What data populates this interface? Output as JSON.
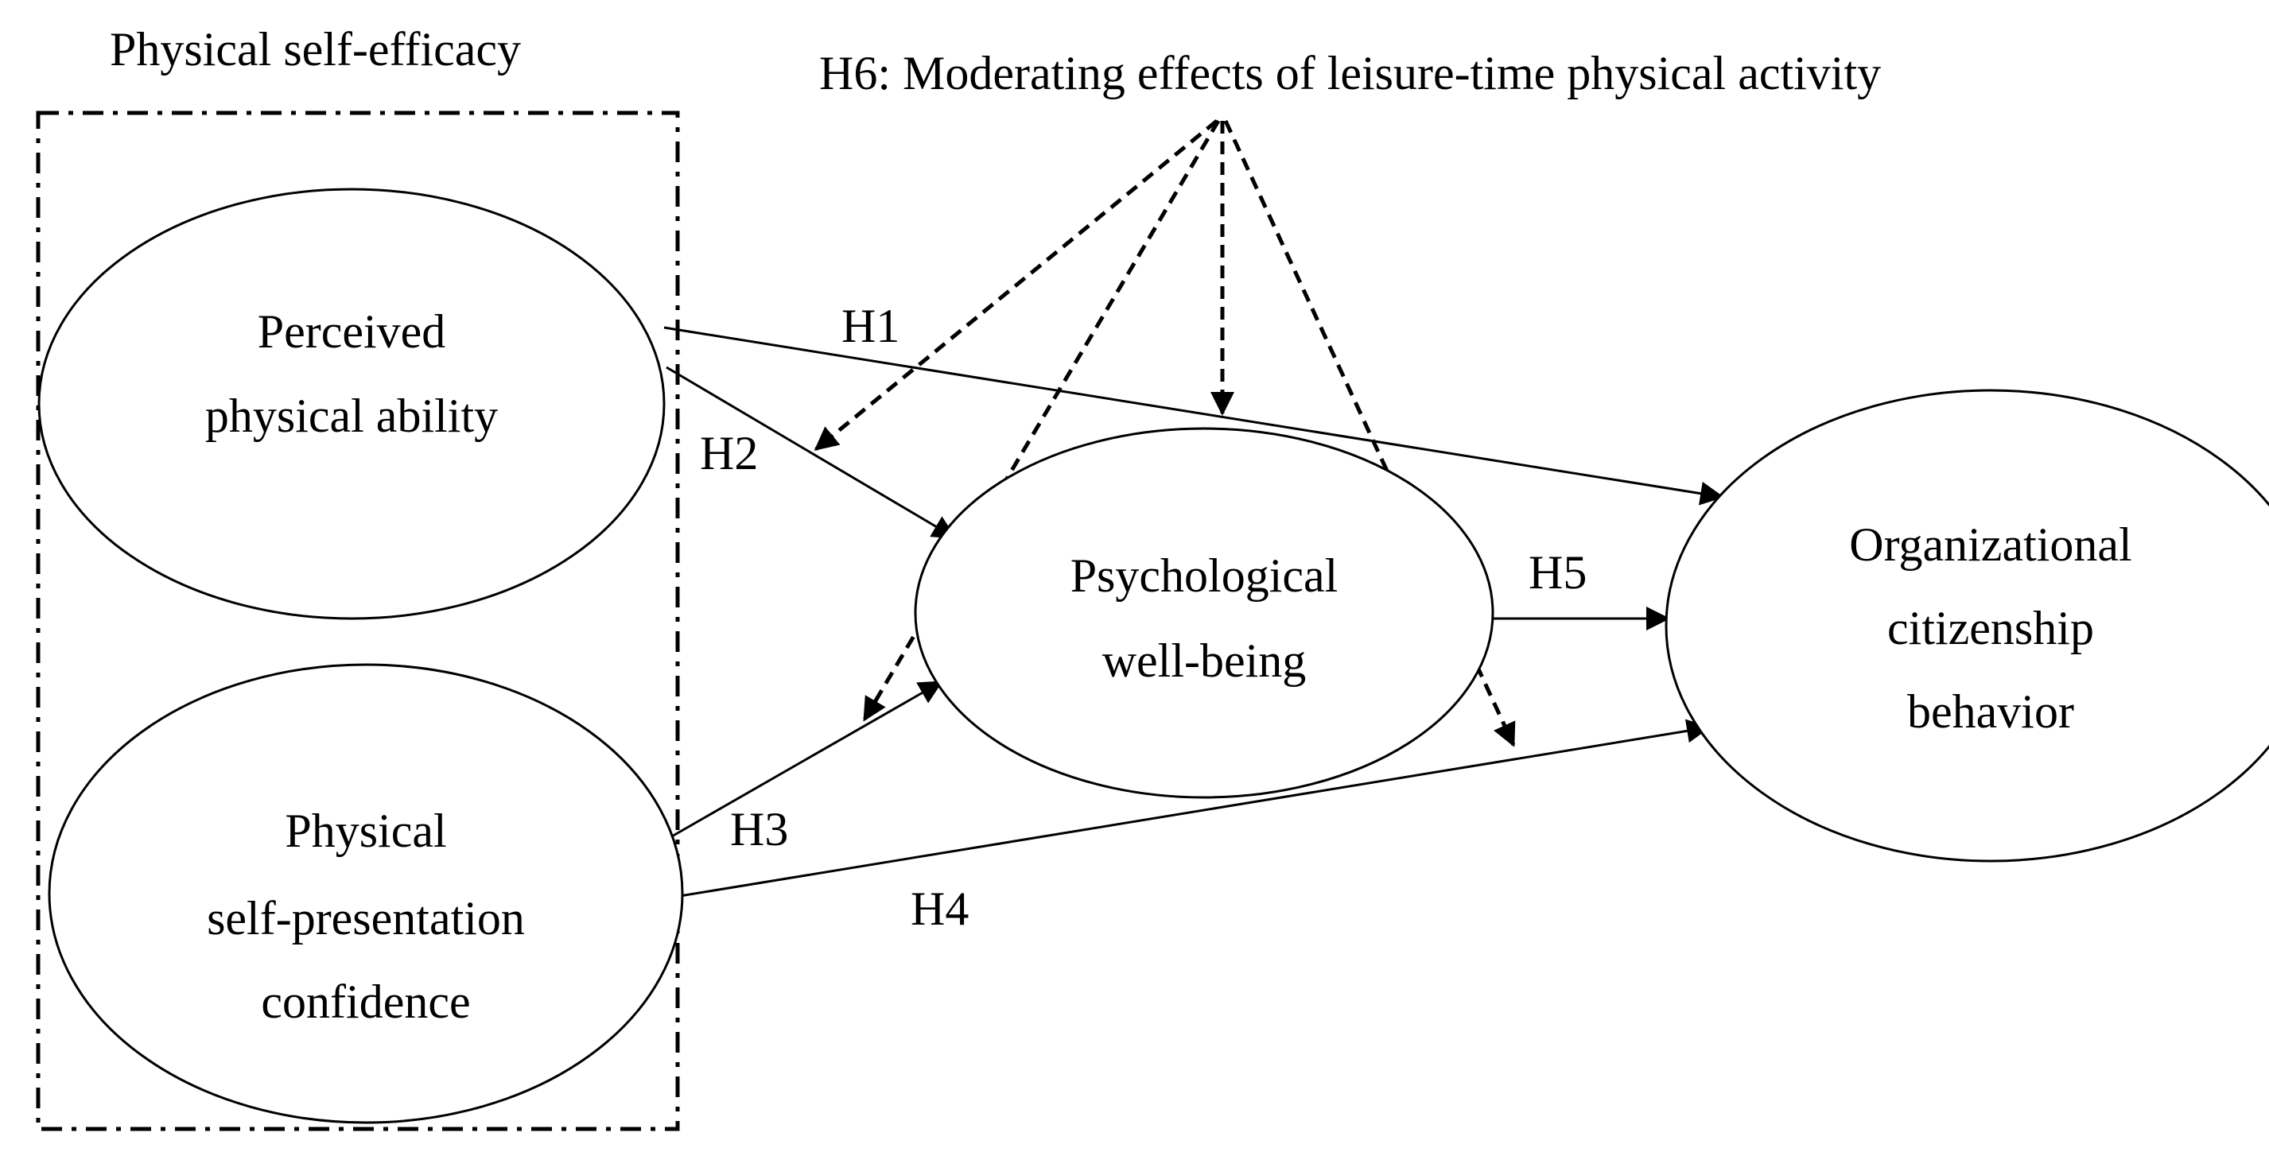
{
  "diagram": {
    "group_title": "Physical self-efficacy",
    "moderator_title": "H6: Moderating effects of leisure-time physical activity",
    "nodes": {
      "perceived_ability": {
        "line1": "Perceived",
        "line2": "physical ability"
      },
      "self_presentation": {
        "line1": "Physical",
        "line2": "self-presentation",
        "line3": "confidence"
      },
      "wellbeing": {
        "line1": "Psychological",
        "line2": "well-being"
      },
      "ocb": {
        "line1": "Organizational",
        "line2": "citizenship",
        "line3": "behavior"
      }
    },
    "edges": {
      "h1": "H1",
      "h2": "H2",
      "h3": "H3",
      "h4": "H4",
      "h5": "H5"
    }
  }
}
